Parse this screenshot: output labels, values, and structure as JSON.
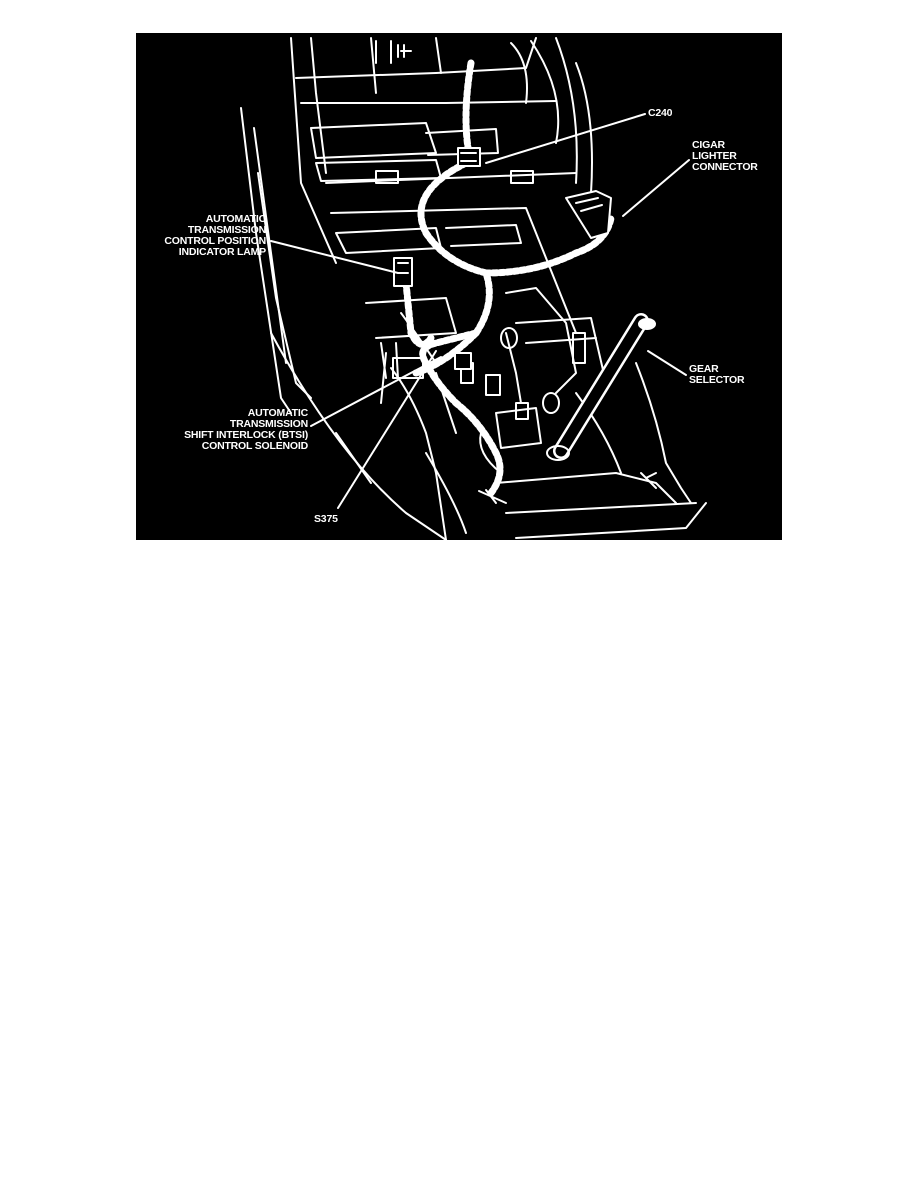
{
  "figure": {
    "background": "#000000",
    "line_color": "#ffffff",
    "labels": {
      "c240": [
        "C240"
      ],
      "cigar": [
        "CIGAR",
        "LIGHTER",
        "CONNECTOR"
      ],
      "lamp": [
        "AUTOMATIC",
        "TRANSMISSION",
        "CONTROL POSITION",
        "INDICATOR LAMP"
      ],
      "gear": [
        "GEAR",
        "SELECTOR"
      ],
      "solenoid": [
        "AUTOMATIC",
        "TRANSMISSION",
        "SHIFT INTERLOCK (BTSI)",
        "CONTROL SOLENOID"
      ],
      "s375": [
        "S375"
      ]
    }
  }
}
